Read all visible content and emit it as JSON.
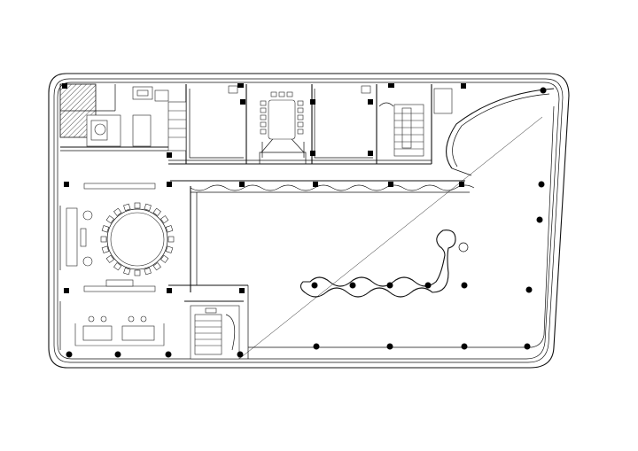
{
  "drawing": {
    "colors": {
      "line": "#111111",
      "background": "#ffffff",
      "column": "#000000",
      "hatch": "#555555"
    }
  },
  "column_icon": "filled-square-column",
  "round_column_icon": "filled-circle-column",
  "round_table": {
    "chairs": 20
  },
  "conference_table": {
    "chairs_per_side": 6
  }
}
